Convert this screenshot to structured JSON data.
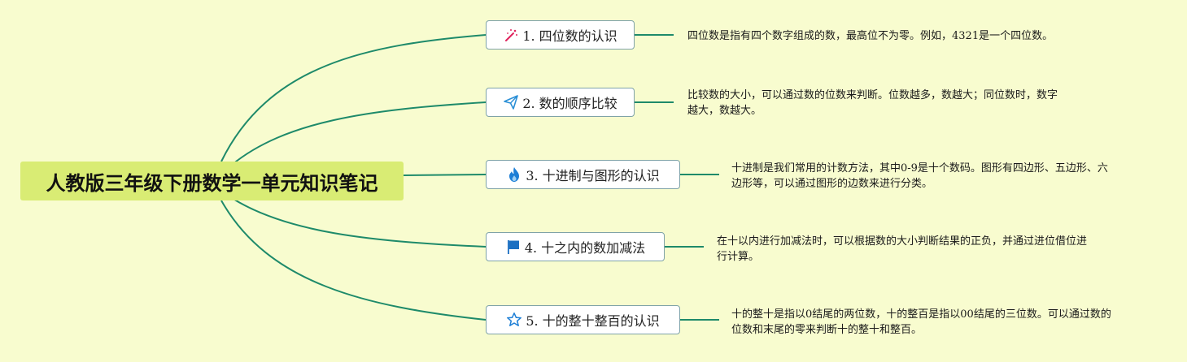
{
  "root": {
    "title": "人教版三年级下册数学一单元知识笔记"
  },
  "branches": [
    {
      "label": "1. 四位数的认识",
      "icon": "magic-wand-icon",
      "note_lines": [
        "四位数是指有四个数字组成的数，最高位不为零。例如，4321是一个四位数。"
      ]
    },
    {
      "label": "2. 数的顺序比较",
      "icon": "paper-plane-icon",
      "note_lines": [
        "比较数的大小，可以通过数的位数来判断。位数越多，数越大；同位数时，数字",
        "越大，数越大。"
      ]
    },
    {
      "label": "3. 十进制与图形的认识",
      "icon": "fire-icon",
      "note_lines": [
        "十进制是我们常用的计数方法，其中0-9是十个数码。图形有四边形、五边形、六",
        "边形等，可以通过图形的边数来进行分类。"
      ]
    },
    {
      "label": "4. 十之内的数加减法",
      "icon": "flag-icon",
      "note_lines": [
        "在十以内进行加减法时，可以根据数的大小判断结果的正负，并通过进位借位进",
        "行计算。"
      ]
    },
    {
      "label": "5. 十的整十整百的认识",
      "icon": "star-outline-icon",
      "note_lines": [
        "十的整十是指以0结尾的两位数，十的整百是指以00结尾的三位数。可以通过数的",
        "位数和末尾的零来判断十的整十和整百。"
      ]
    }
  ],
  "colors": {
    "background": "#f8fccf",
    "root_fill": "#d9ec74",
    "connector": "#1e8a6a",
    "topic_border": "#7fa3a8"
  }
}
